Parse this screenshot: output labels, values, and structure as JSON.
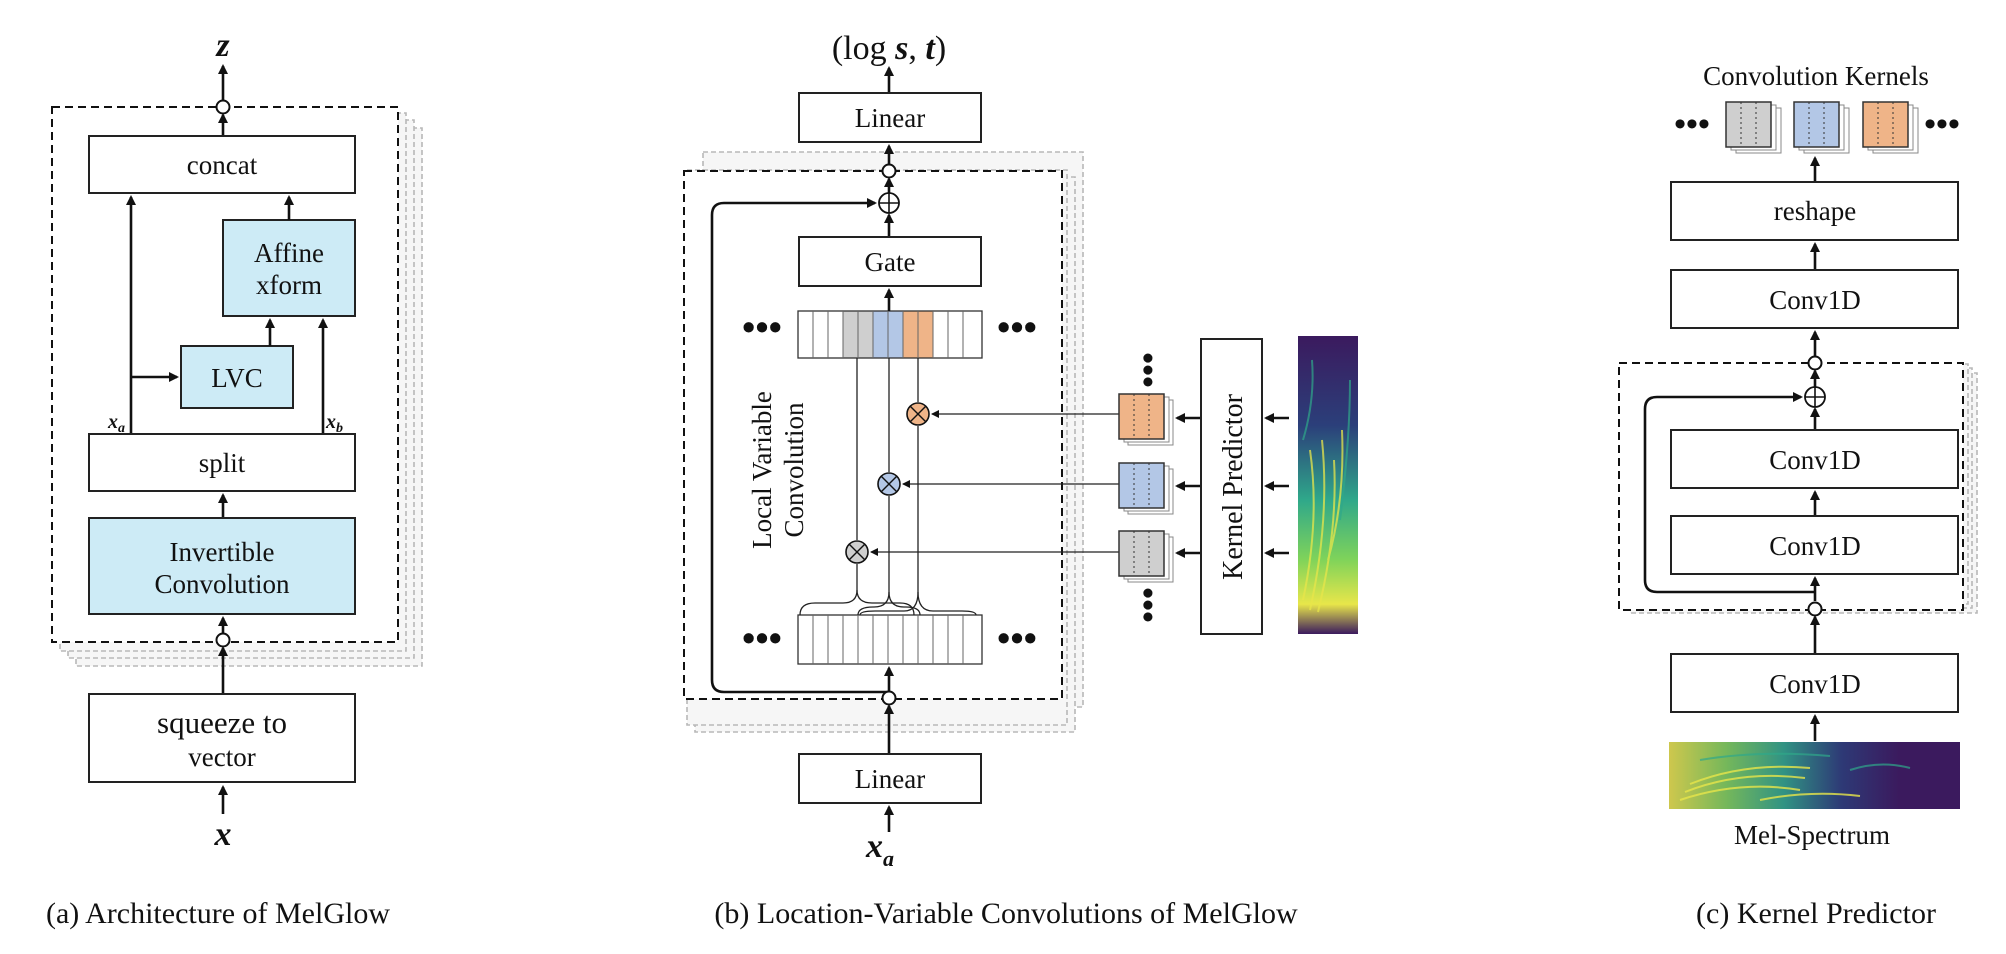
{
  "panel_a": {
    "caption": "(a)  Architecture of MelGlow",
    "output": "z",
    "input": "x",
    "concat": "concat",
    "affine_line1": "Affine",
    "affine_line2": "xform",
    "lvc": "LVC",
    "xa": "x",
    "xa_sub": "a",
    "xb": "x",
    "xb_sub": "b",
    "split": "split",
    "invconv_line1": "Invertible",
    "invconv_line2": "Convolution",
    "squeeze_line1": "squeeze to",
    "squeeze_line2": "vector"
  },
  "panel_b": {
    "caption": "(b)  Location-Variable Convolutions of MelGlow",
    "output_open": "(log ",
    "output_s": "s",
    "output_comma": ", ",
    "output_t": "t",
    "output_close": ")",
    "linear_top": "Linear",
    "gate": "Gate",
    "lvc_line1": "Local Variable",
    "lvc_line2": "Convolution",
    "kernel_predictor": "Kernel Predictor",
    "linear_bottom": "Linear",
    "input": "x",
    "input_sub": "a"
  },
  "panel_c": {
    "caption": "(c)  Kernel Predictor",
    "conv_kernels": "Convolution Kernels",
    "reshape": "reshape",
    "conv1": "Conv1D",
    "conv2": "Conv1D",
    "conv3": "Conv1D",
    "conv4": "Conv1D",
    "mel": "Mel-Spectrum"
  },
  "colors": {
    "blue_box": "#cdebf6",
    "kernel_gray": "#cfcfcf",
    "kernel_blue": "#b3c7e6",
    "kernel_orange": "#efb488",
    "spectrogram_base": "#3b1a5e",
    "spectrogram_green": "#2fa88a",
    "spectrogram_yellow": "#e8e64a"
  }
}
